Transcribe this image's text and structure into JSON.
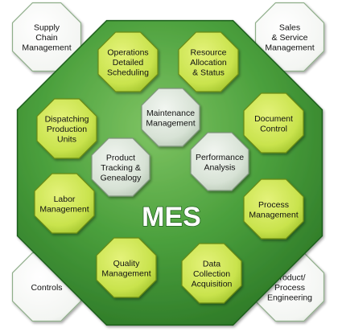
{
  "center_label": "MES",
  "colors": {
    "main_dark": "#2e7a28",
    "main_mid": "#4a9f3c",
    "main_light": "#7fc463",
    "module_fill": "#c9e34d",
    "module_edge": "#6a8a12",
    "core_fill": "#dfe8de",
    "external_fill": "#ffffff",
    "external_edge": "#8fae8a"
  },
  "external": [
    {
      "id": "supply-chain-management",
      "lines": [
        "Supply",
        "Chain",
        "Management"
      ]
    },
    {
      "id": "sales-service-management",
      "lines": [
        "Sales",
        "& Service",
        "Management"
      ]
    },
    {
      "id": "controls",
      "lines": [
        "Controls"
      ]
    },
    {
      "id": "product-process-engineering",
      "lines": [
        "Product/",
        "Process",
        "Engineering"
      ]
    }
  ],
  "modules": [
    {
      "id": "operations-detailed-scheduling",
      "lines": [
        "Operations",
        "Detailed",
        "Scheduling"
      ]
    },
    {
      "id": "resource-allocation-status",
      "lines": [
        "Resource",
        "Allocation",
        "& Status"
      ]
    },
    {
      "id": "dispatching-production-units",
      "lines": [
        "Dispatching",
        "Production",
        "Units"
      ]
    },
    {
      "id": "document-control",
      "lines": [
        "Document",
        "Control"
      ]
    },
    {
      "id": "labor-management",
      "lines": [
        "Labor",
        "Management"
      ]
    },
    {
      "id": "process-management",
      "lines": [
        "Process",
        "Management"
      ]
    },
    {
      "id": "quality-management",
      "lines": [
        "Quality",
        "Management"
      ]
    },
    {
      "id": "data-collection-acquisition",
      "lines": [
        "Data",
        "Collection",
        "Acquisition"
      ]
    }
  ],
  "core": [
    {
      "id": "maintenance-management",
      "lines": [
        "Maintenance",
        "Management"
      ]
    },
    {
      "id": "product-tracking-genealogy",
      "lines": [
        "Product",
        "Tracking &",
        "Genealogy"
      ]
    },
    {
      "id": "performance-analysis",
      "lines": [
        "Performance",
        "Analysis"
      ]
    }
  ]
}
